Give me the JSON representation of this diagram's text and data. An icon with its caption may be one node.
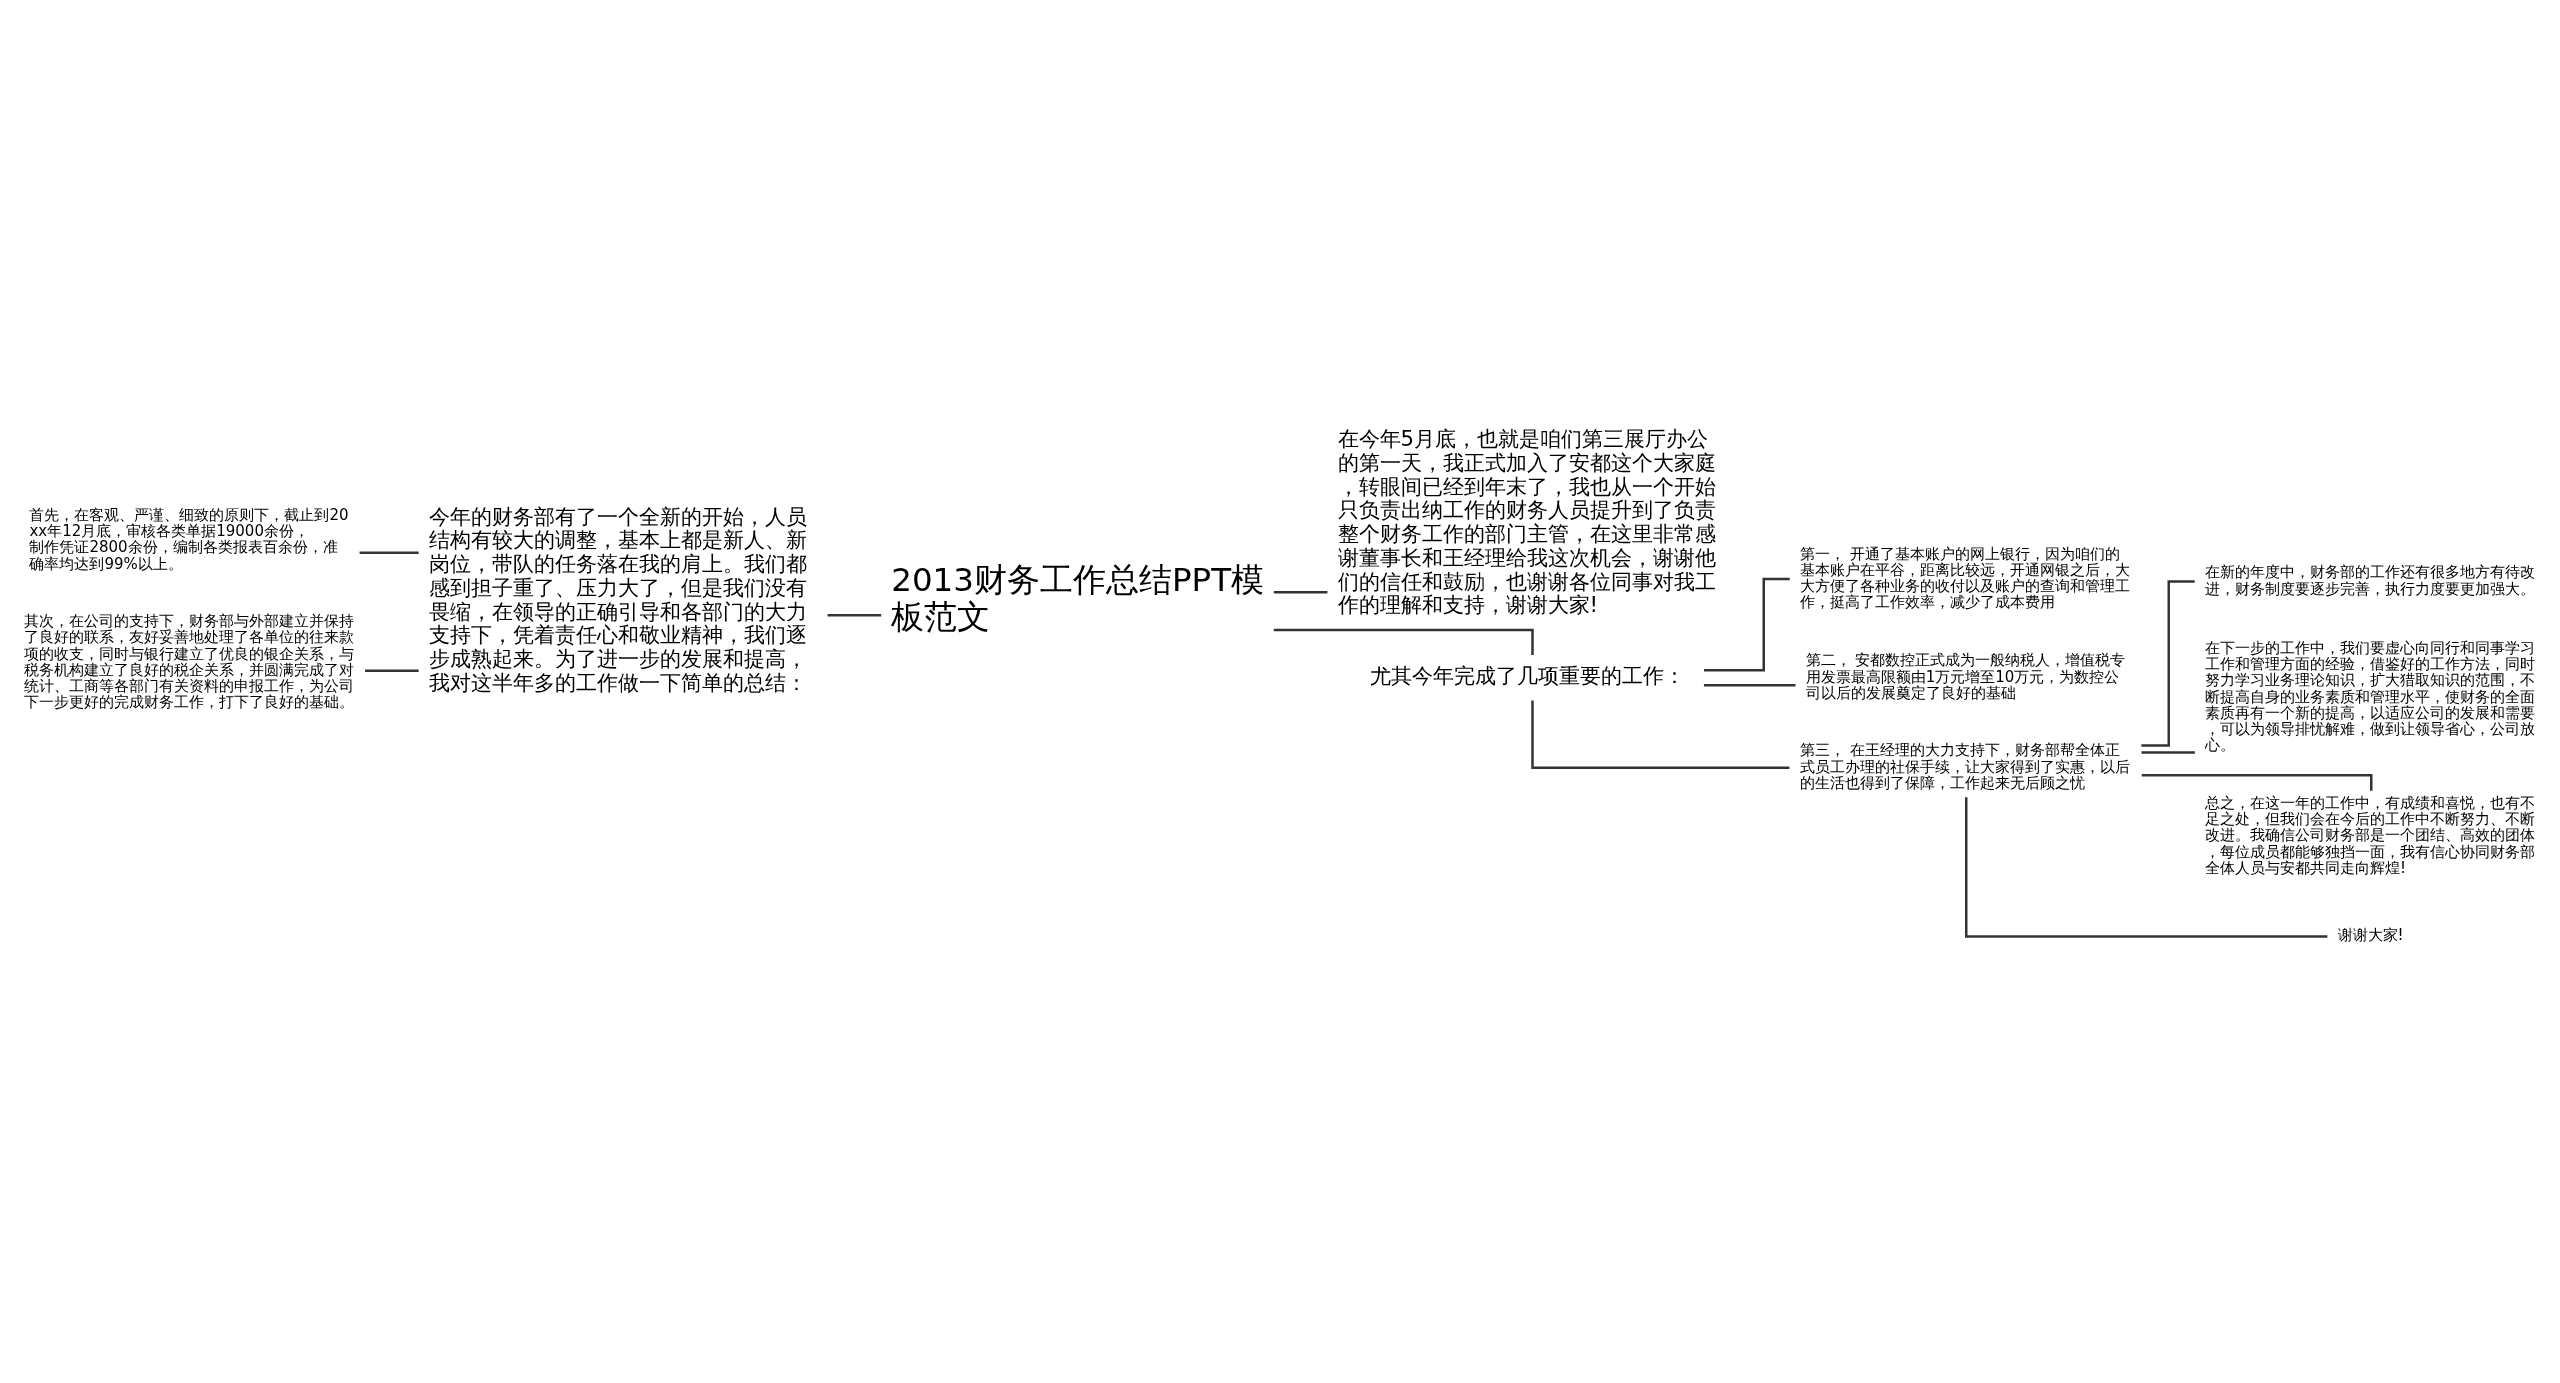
{
  "diagram": {
    "nodes": [
      {
        "text": [
          "2013财务工作总结PPT模板范文"
        ]
      },
      {
        "text": [
          "今年的财务部有了一个全新的开始，人员结构有较大的调整，基本上都是新人、新岗位，带队的任务落在我的肩上。我们都感到担子重了、压力大了，但是我们没有畏缩，在领导的正确引导和各部门的大力支持下，凭着责任心和敬业精神，我们逐步成熟起来。为了进一步的发展和提高，我对这半年多的工作做一下简单的总结："
        ]
      },
      {
        "text": [
          "首先，在客观、严谨、细致的原则下，截止到20xx年12月底，审核各类单据19000余份，制作凭证2800余份，编制各类报表百余份，准确率均达到99%以上。"
        ]
      },
      {
        "text": [
          "其次，在公司的支持下，财务部与外部建立并保持了良好的联系，友好妥善地处理了各单位的往来款项的收支，同时与银行建立了优良的银企关系，与税务机构建立了良好的税企关系，并圆满完成了对统计、工商等各部门有关资料的申报工作，为公司下一步更好的完成财务工作，打下了良好的基础。"
        ]
      },
      {
        "text": [
          "在今年5月底，也就是咱们第三展厅办公的第一天，我正式加入了安都这个大家庭，转眼间已经到年末了，我也从一个开始只负责出纳工作的财务人员提升到了负责整个财务工作的部门主管，在这里非常感谢董事长和王经理给我这次机会，谢谢他们的信任和鼓励，也谢谢各位同事对我工作的理解和支持，谢谢大家!"
        ]
      },
      {
        "text": [
          "尤其今年完成了几项重要的工作："
        ]
      },
      {
        "text": [
          "第一， 开通了基本账户的网上银行，因为咱们的基本账户在平谷，距离比较远，开通网银之后，大大方便了各种业务的收付以及账户的查询和管理工作，挺高了工作效率，减少了成本费用"
        ]
      },
      {
        "text": [
          "第二， 安都数控正式成为一般纳税人，增值税专用发票最高限额由1万元增至10万元，为数控公司以后的发展奠定了良好的基础"
        ]
      },
      {
        "text": [
          "第三， 在王经理的大力支持下，财务部帮全体正式员工办理的社保手续，让大家得到了实惠，以后的生活也得到了保障，工作起来无后顾之忧"
        ]
      },
      {
        "text": [
          "在新的年度中，财务部的工作还有很多地方有待改进，财务制度要逐步完善，执行力度要更加强大。"
        ]
      },
      {
        "text": [
          "在下一步的工作中，我们要虚心向同行和同事学习工作和管理方面的经验，借鉴好的工作方法，同时努力学习业务理论知识，扩大猎取知识的范围，不断提高自身的业务素质和管理水平，使财务的全面素质再有一个新的提高，以适应公司的发展和需要，可以为领导排忧解难，做到让领导省心，公司放心。"
        ]
      },
      {
        "text": [
          "总之，在这一年的工作中，有成绩和喜悦，也有不足之处，但我们会在今后的工作中不断努力、不断改进。我确信公司财务部是一个团结、高效的团体，每位成员都能够独挡一面，我有信心协同财务部全体人员与安都共同走向辉煌!"
        ]
      },
      {
        "text": [
          "谢谢大家!"
        ]
      }
    ],
    "edges": [
      {
        "from": 0,
        "to": 1,
        "arrow": "none"
      },
      {
        "from": 1,
        "to": 2,
        "arrow": "none"
      },
      {
        "from": 1,
        "to": 3,
        "arrow": "none"
      },
      {
        "from": 0,
        "to": 4,
        "arrow": "none"
      },
      {
        "from": 0,
        "to": 5,
        "arrow": "none"
      },
      {
        "from": 5,
        "to": 6,
        "arrow": "none"
      },
      {
        "from": 5,
        "to": 7,
        "arrow": "none"
      },
      {
        "from": 5,
        "to": 8,
        "arrow": "none"
      },
      {
        "from": 8,
        "to": 9,
        "arrow": "none"
      },
      {
        "from": 8,
        "to": 10,
        "arrow": "none"
      },
      {
        "from": 8,
        "to": 11,
        "arrow": "none"
      },
      {
        "from": 8,
        "to": 12,
        "arrow": "none"
      }
    ]
  }
}
